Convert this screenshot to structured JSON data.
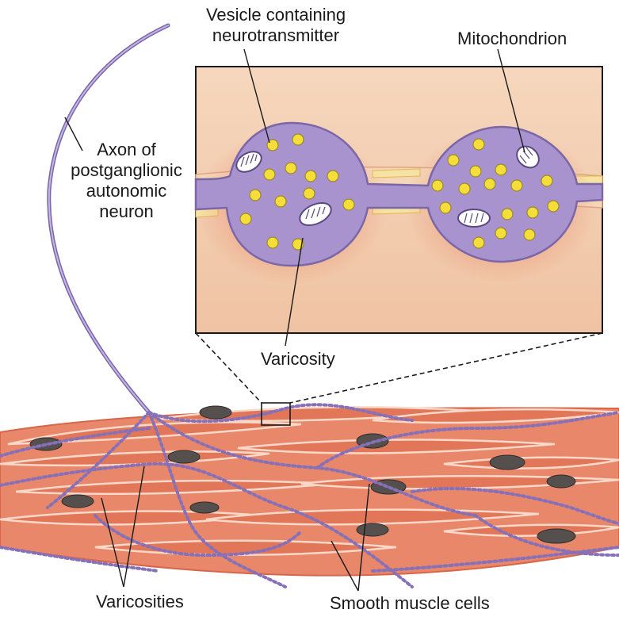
{
  "labels": {
    "vesicle": [
      "Vesicle containing",
      "neurotransmitter"
    ],
    "mitochondrion": "Mitochondrion",
    "axon": [
      "Axon of",
      "postganglionic",
      "autonomic",
      "neuron"
    ],
    "varicosity": "Varicosity",
    "varicosities": "Varicosities",
    "smooth_muscle": "Smooth muscle cells"
  },
  "colors": {
    "inset_bg": "#f3c9a6",
    "neuron": "#a893cf",
    "neuron_edge": "#7b66a8",
    "vesicle": "#f5dd3a",
    "muscle": "#e9876a",
    "muscle_edge": "#f6d1c0",
    "nucleus": "#55504e"
  }
}
